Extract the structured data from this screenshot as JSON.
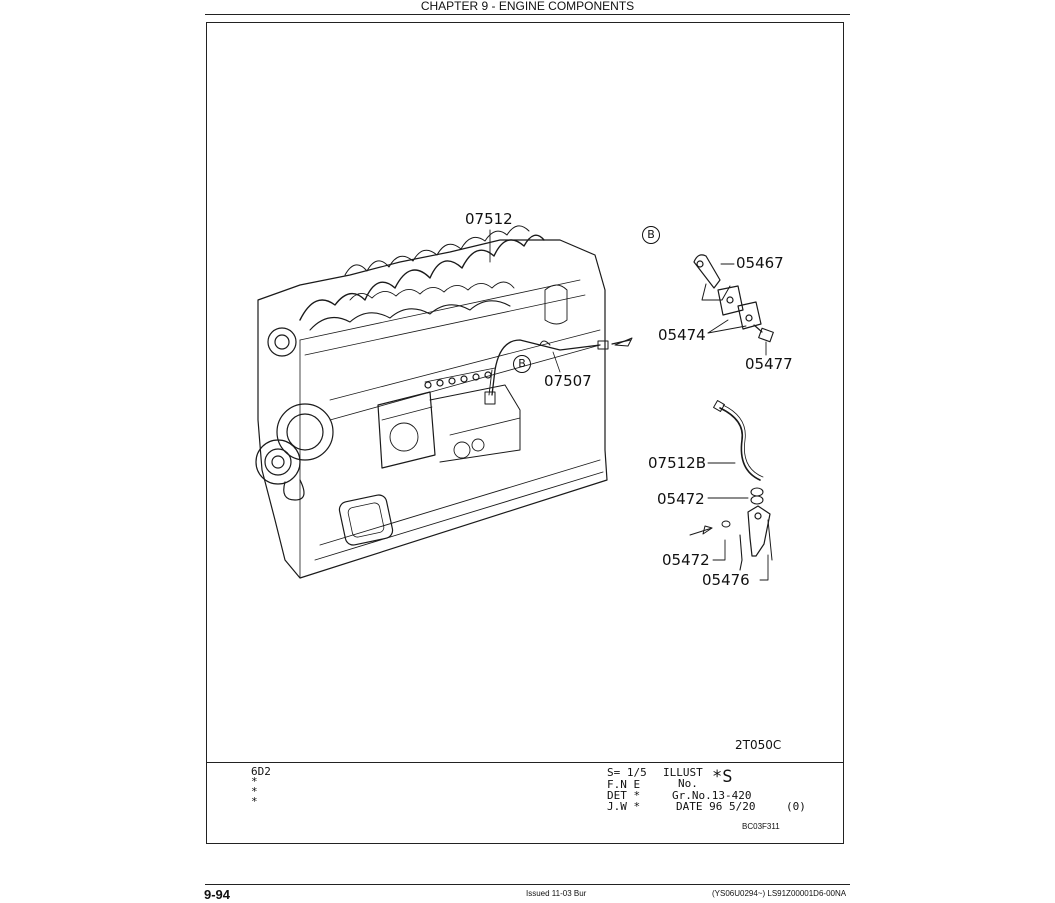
{
  "header": {
    "title": "CHAPTER 9 - ENGINE COMPONENTS"
  },
  "callouts": {
    "p07512": "07512",
    "p05467": "05467",
    "p05474": "05474",
    "p05477": "05477",
    "p07507": "07507",
    "p07512B": "07512B",
    "p05472a": "05472",
    "p05472b": "05472",
    "p05476": "05476",
    "view_b1": "B",
    "view_b2": "B"
  },
  "illustration_code": "2T050C",
  "title_block": {
    "model": "6D2",
    "marks": [
      "*",
      "*",
      "*"
    ],
    "scale": "S= 1/5",
    "illust_label": "ILLUST",
    "no_label": "No.",
    "illust_no": "*S",
    "fne": "F.N E",
    "det": "DET *",
    "gr_no": "Gr.No.13-420",
    "jw": "J.W *",
    "date": "DATE 96 5/20",
    "rev": "(0)",
    "ref": "BC03F311"
  },
  "footer": {
    "page": "9-94",
    "issued": "Issued 11-03   Bur",
    "doc_ref": "(YS06U0294~)   LS91Z00001D6-00NA"
  }
}
